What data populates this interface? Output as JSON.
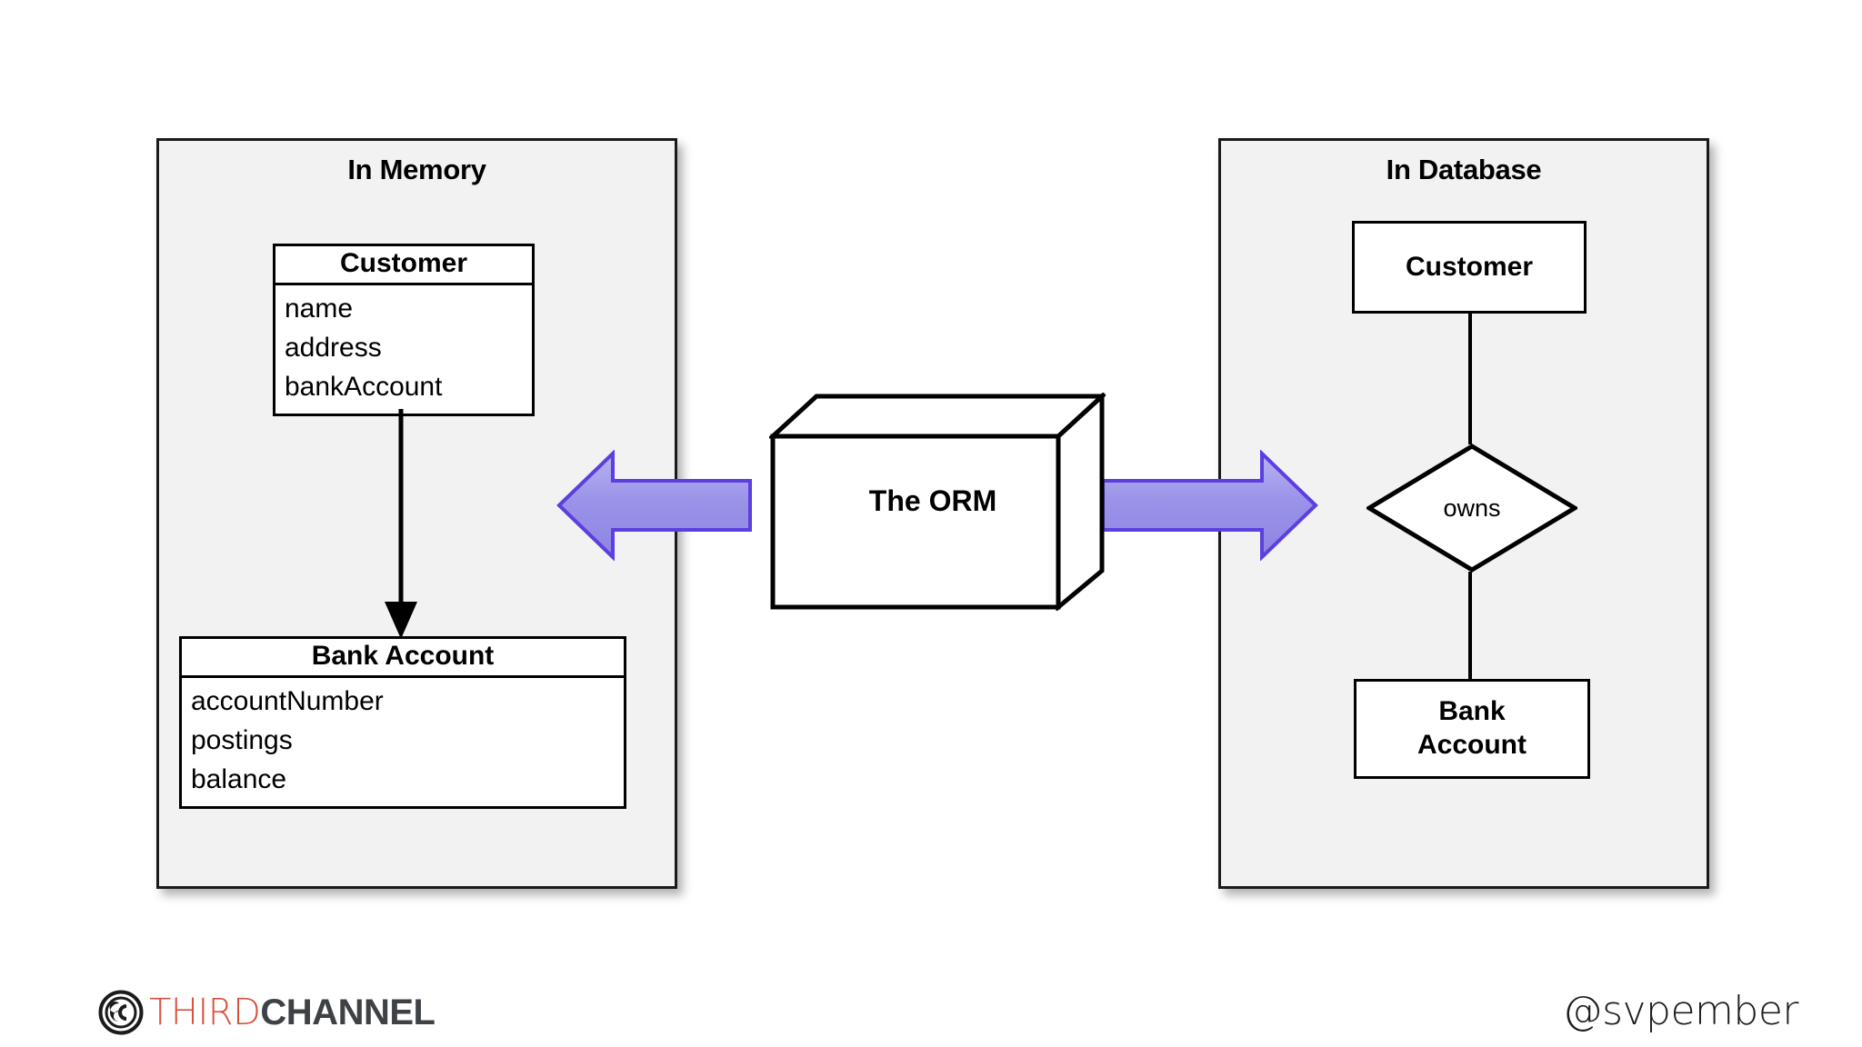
{
  "slide": {
    "background_color": "#ffffff",
    "accent_arrow_fill": "#9a93e8",
    "accent_arrow_stroke": "#5c3fe0",
    "panel_fill": "#f2f2f2",
    "line_color": "#000000"
  },
  "memory_panel": {
    "title": "In Memory",
    "classes": [
      {
        "name": "Customer",
        "attributes": [
          "name",
          "address",
          "bankAccount"
        ]
      },
      {
        "name": "Bank Account",
        "attributes": [
          "accountNumber",
          "postings",
          "balance"
        ]
      }
    ],
    "association": {
      "from": "Customer",
      "to": "Bank Account",
      "style": "solid-line-filled-arrowhead",
      "direction": "down"
    }
  },
  "database_panel": {
    "title": "In Database",
    "entities": [
      {
        "name": "Customer"
      },
      {
        "name": "Bank\nAccount",
        "line1": "Bank",
        "line2": "Account"
      }
    ],
    "relationship": {
      "label": "owns",
      "shape": "diamond",
      "connects": [
        "Customer",
        "Bank Account"
      ]
    }
  },
  "center": {
    "label": "The ORM",
    "shape": "3d-box",
    "left_arrow": {
      "icon": "left-arrow-icon",
      "direction": "left",
      "points_to": "In Memory"
    },
    "right_arrow": {
      "icon": "right-arrow-icon",
      "direction": "right",
      "points_to": "In Database"
    }
  },
  "footer": {
    "logo": {
      "mark": "3c-circle-logo-icon",
      "word_one": "THIRD",
      "word_two": "CHANNEL",
      "word_one_color": "#d8503a",
      "word_two_color": "#3e4246"
    },
    "handle": "@svpember"
  }
}
